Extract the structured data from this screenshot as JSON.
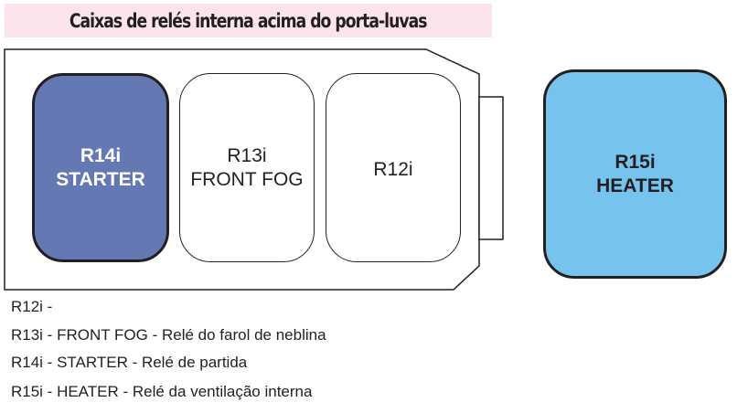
{
  "title": "Caixas de relés interna acima do porta-luvas",
  "relays": [
    {
      "id": "R14i",
      "name": "STARTER",
      "color": "#6479b4"
    },
    {
      "id": "R13i",
      "name": "FRONT FOG",
      "color": "#ffffff"
    },
    {
      "id": "R12i",
      "name": "",
      "color": "#ffffff"
    },
    {
      "id": "R15i",
      "name": "HEATER",
      "color": "#76c4ee"
    }
  ],
  "legend": [
    "R12i -",
    "R13i - FRONT FOG - Relé do farol de neblina",
    "R14i - STARTER - Relé de partida",
    "R15i - HEATER - Relé da ventilação interna"
  ]
}
